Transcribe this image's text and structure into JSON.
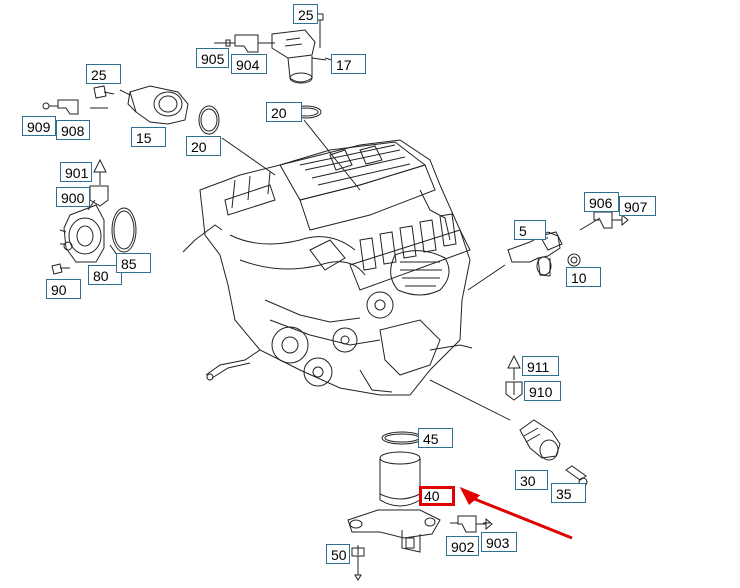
{
  "diagram": {
    "callouts": {
      "c25a": "25",
      "c905": "905",
      "c904": "904",
      "c17": "17",
      "c25b": "25",
      "c909": "909",
      "c908": "908",
      "c15": "15",
      "c20a": "20",
      "c20b": "20",
      "c901": "901",
      "c900": "900",
      "c80": "80",
      "c85": "85",
      "c90": "90",
      "c906": "906",
      "c907": "907",
      "c5": "5",
      "c10": "10",
      "c911": "911",
      "c910": "910",
      "c45": "45",
      "c40": "40",
      "c30": "30",
      "c35": "35",
      "c902": "902",
      "c903": "903",
      "c50": "50"
    },
    "highlight_color": "#e00000",
    "box_color": "#2f6f8f",
    "highlighted_part": "40"
  }
}
